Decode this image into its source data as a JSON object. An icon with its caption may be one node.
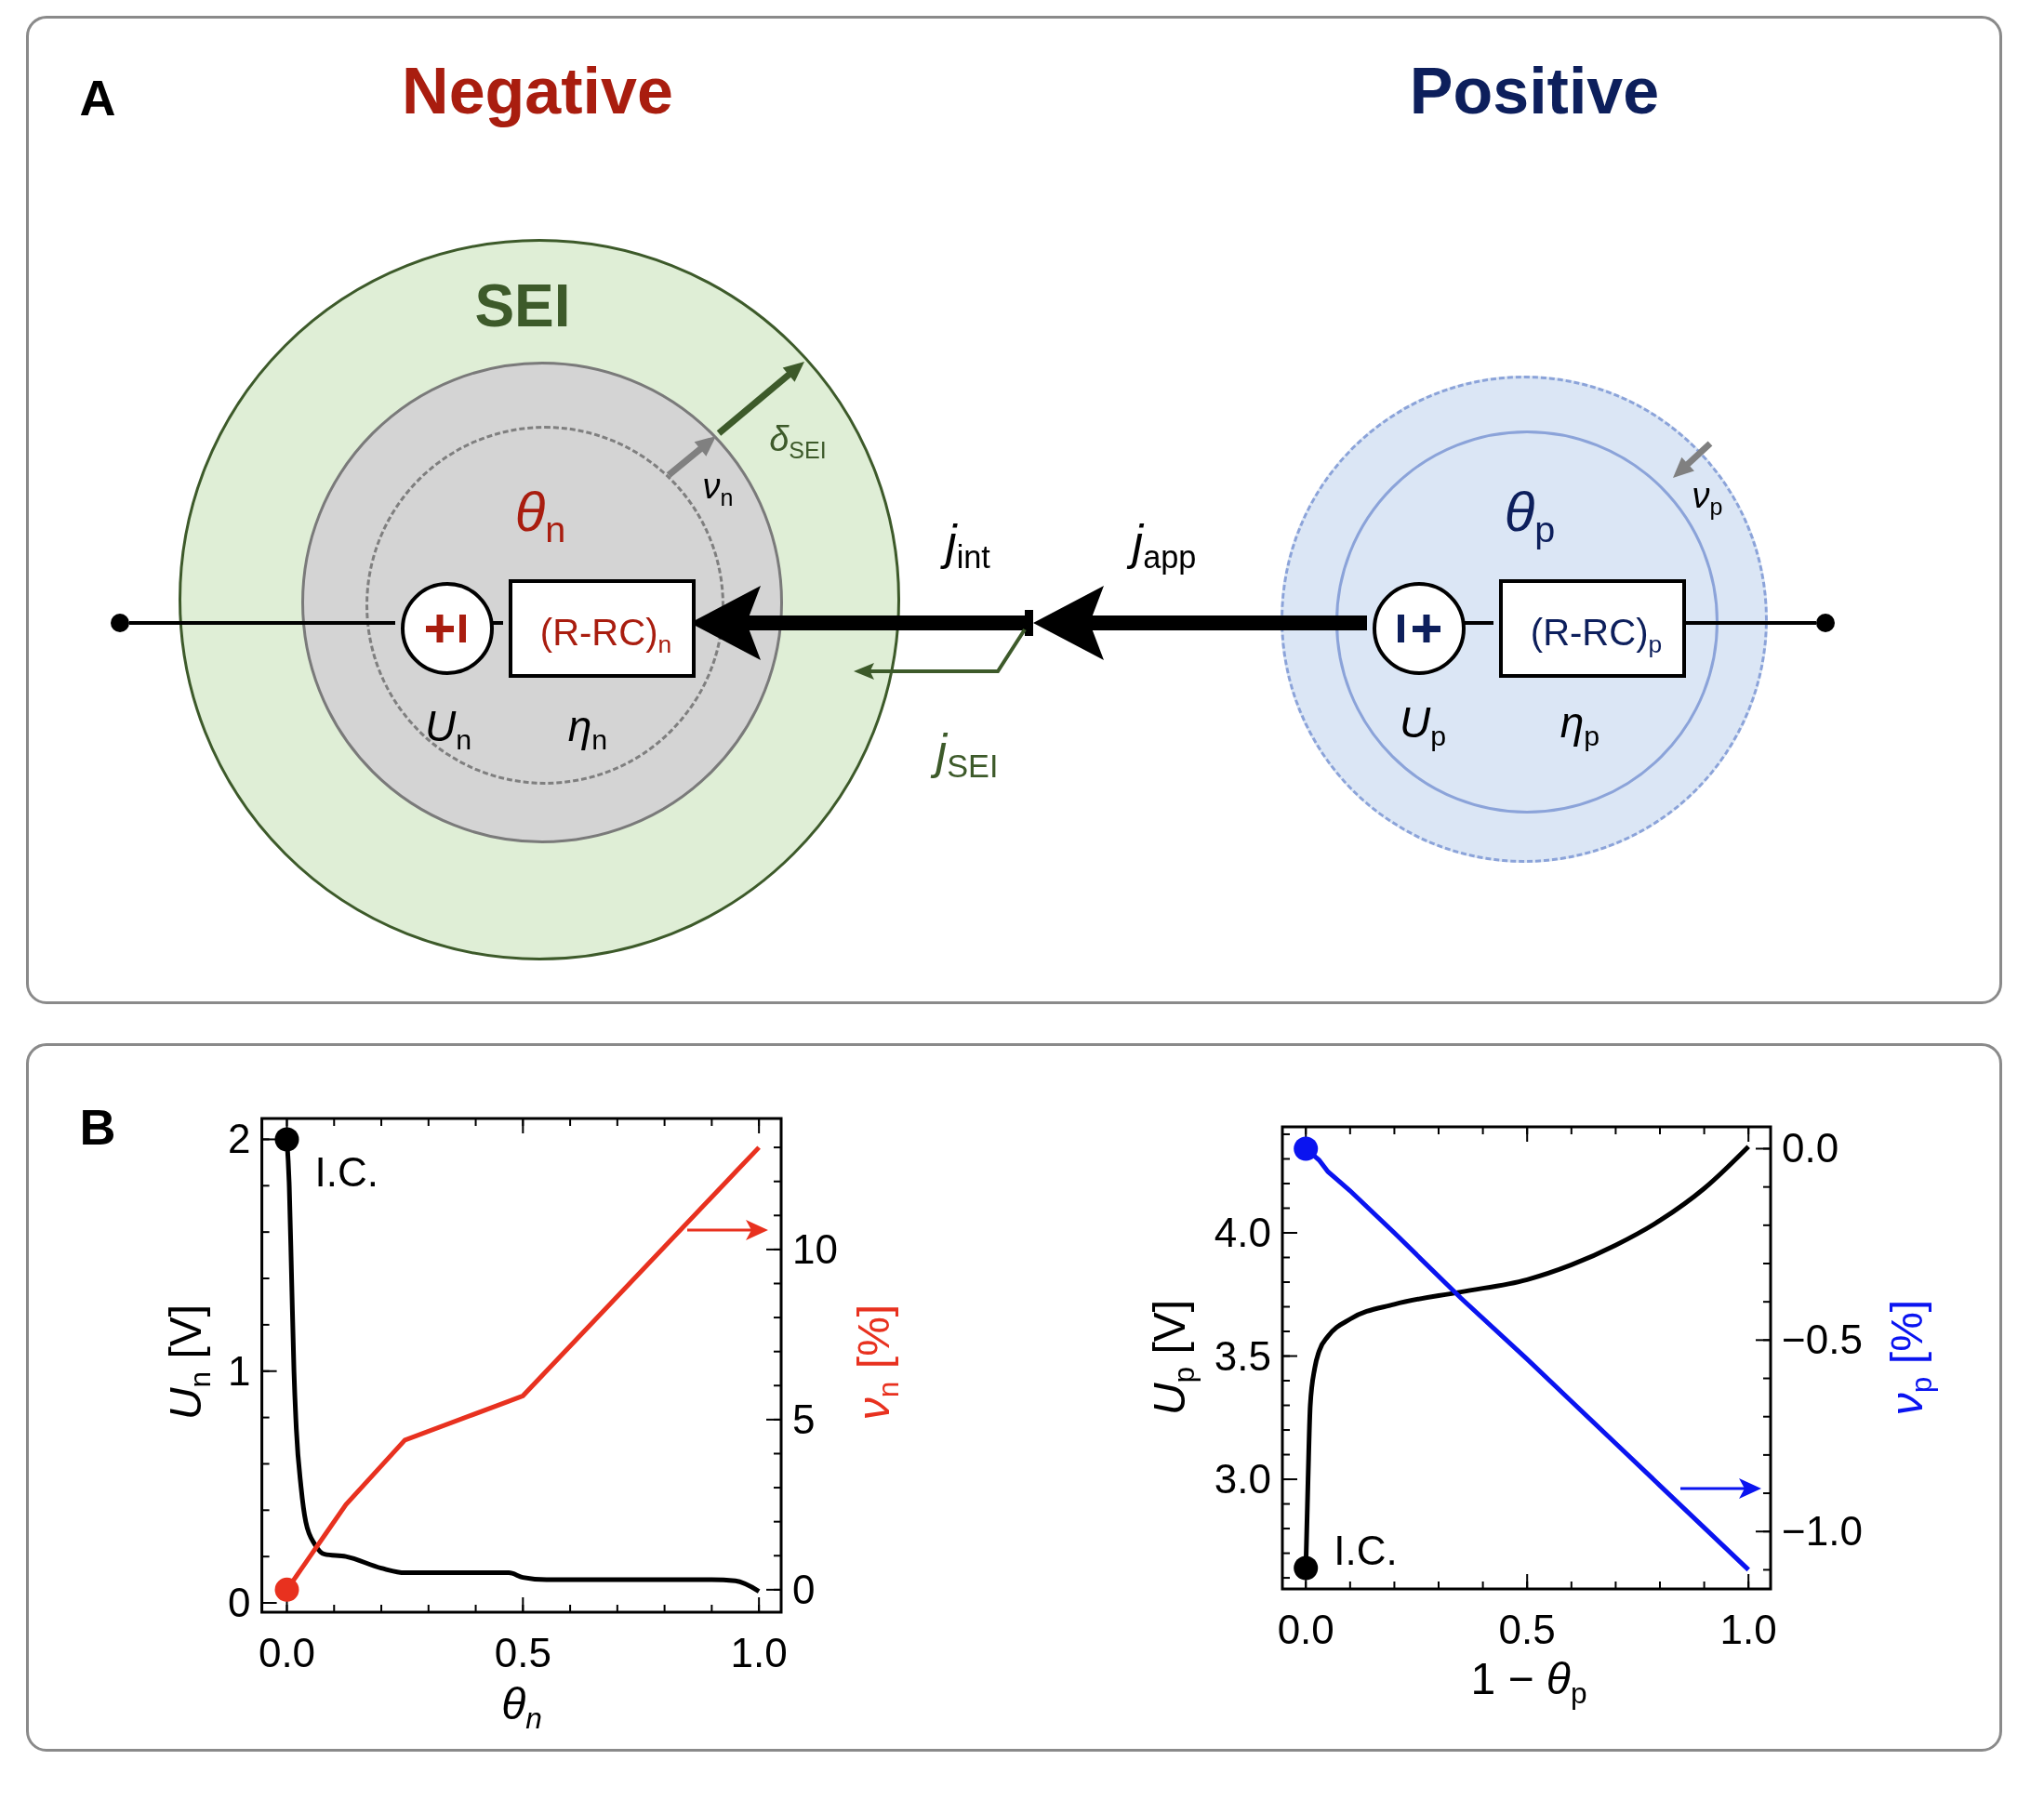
{
  "diagram": {
    "nodes": [
      {
        "text": [
          "SEI"
        ]
      },
      {
        "text": [
          "*θ*$_{n}$"
        ],
        "in": 0
      },
      {
        "text": [],
        "shape": "circle",
        "in": 1,
        "beside": [
          "*U*$_{n}$"
        ]
      },
      {
        "text": [
          "(R-RC)$_{n}$"
        ],
        "in": 1,
        "beside": [
          "*η*$_{n}$"
        ]
      },
      {
        "text": [],
        "shape": "circle"
      },
      {
        "text": [
          "*θ*$_{p}$"
        ],
        "in": 4
      },
      {
        "text": [],
        "shape": "circle",
        "in": 5,
        "beside": [
          "*U*$_{p}$"
        ]
      },
      {
        "text": [
          "(R-RC)$_{p}$"
        ],
        "in": 5,
        "beside": [
          "*η*$_{p}$"
        ]
      },
      {
        "text": [],
        "shape": "circle"
      },
      {
        "text": [],
        "shape": "circle"
      },
      {
        "text": [],
        "shape": "bar"
      }
    ],
    "edges": [
      {
        "from": 8,
        "to": 2,
        "arrow": "none"
      },
      {
        "from": 2,
        "to": 3,
        "arrow": "none"
      },
      {
        "from": 6,
        "to": 10,
        "arrow": "to",
        "label": "*j*$_{app}$",
        "style": "thick"
      },
      {
        "from": 10,
        "to": 3,
        "arrow": "to",
        "label": "*j*$_{int}$",
        "style": "thick"
      },
      {
        "from": 10,
        "to": 0,
        "arrow": "to",
        "label": "*j*$_{SEI}$",
        "color": "#3d5a2a"
      },
      {
        "from": 6,
        "to": 7,
        "arrow": "none"
      },
      {
        "from": 7,
        "to": 9,
        "arrow": "none"
      }
    ],
    "labels": [
      "A",
      "Negative",
      "Positive",
      "*δ*$_{SEI}$",
      "*ν*$_{n}$",
      "*ν*$_{p}$",
      "B"
    ],
    "chart_data": [
      {
        "type": "line",
        "xlabel": "θ$_{n}$",
        "ylabel": "*U*$_{n}$ [V]",
        "y2label": "*ν*$_{n}$ [%]",
        "x": [
          0,
          0.005,
          0.01,
          0.015,
          0.02,
          0.03,
          0.04,
          0.06,
          0.08,
          0.125,
          0.2,
          0.25,
          0.47,
          0.5,
          0.55,
          0.9,
          0.95,
          1.0
        ],
        "xlim": [
          -0.053,
          1.047
        ],
        "ylim": [
          -0.04,
          2.09
        ],
        "y2lim": [
          -0.66,
          13.85
        ],
        "xticks": [
          {
            "value": 0,
            "label": "0.0"
          },
          {
            "value": 0.5,
            "label": "0.5"
          },
          {
            "value": 1,
            "label": "1.0"
          }
        ],
        "yticks": [
          0,
          1,
          2
        ],
        "y2ticks": [
          0,
          5,
          10
        ],
        "series": [
          {
            "color": "#000000",
            "values": [
              2.0,
              1.8,
              1.4,
              1.0,
              0.75,
              0.5,
              0.35,
              0.25,
              0.21,
              0.2,
              0.15,
              0.13,
              0.13,
              0.11,
              0.1,
              0.1,
              0.095,
              0.05
            ]
          },
          {
            "color": "#e8311f",
            "axis": "y2",
            "values": [
              0,
              0.1,
              0.2,
              0.3,
              0.4,
              0.6,
              0.8,
              1.2,
              1.6,
              2.5,
              3.64,
              4.4,
              5.54,
              5.7,
              6.43,
              11.54,
              12.27,
              13.0
            ]
          }
        ],
        "annotations": [
          {
            "text": "I.C.",
            "x": 0,
            "y": 2.0
          }
        ]
      },
      {
        "type": "line",
        "xlabel": "1 − *θ*$_{p}$",
        "ylabel": "*U*$_{p}$ [V]",
        "y2label": "*ν*$_{p}$ [%]",
        "x": [
          0,
          0.005,
          0.01,
          0.02,
          0.03,
          0.05,
          0.1,
          0.2,
          0.35,
          0.5,
          0.6,
          0.7,
          0.8,
          0.9,
          1.0
        ],
        "xlim": [
          -0.053,
          1.05
        ],
        "ylim": [
          2.555,
          4.43
        ],
        "y2lim": [
          -1.15,
          0.057
        ],
        "xticks": [
          {
            "value": 0,
            "label": "0.0"
          },
          {
            "value": 0.5,
            "label": "0.5"
          },
          {
            "value": 1,
            "label": "1.0"
          }
        ],
        "yticks": [
          {
            "value": 3,
            "label": "3.0"
          },
          {
            "value": 3.5,
            "label": "3.5"
          },
          {
            "value": 4,
            "label": "4.0"
          }
        ],
        "y2ticks": [
          {
            "value": 0,
            "label": "0.0"
          },
          {
            "value": -0.5,
            "label": "−0.5"
          },
          {
            "value": -1,
            "label": "−1.0"
          }
        ],
        "series": [
          {
            "color": "#000000",
            "values": [
              2.64,
              3.0,
              3.3,
              3.45,
              3.52,
              3.58,
              3.65,
              3.71,
              3.76,
              3.81,
              3.87,
              3.95,
              4.05,
              4.18,
              4.35
            ]
          },
          {
            "color": "#0a14f0",
            "axis": "y2",
            "values": [
              0,
              -0.01,
              -0.01,
              -0.02,
              -0.03,
              -0.06,
              -0.11,
              -0.22,
              -0.39,
              -0.55,
              -0.66,
              -0.77,
              -0.88,
              -0.99,
              -1.1
            ]
          }
        ],
        "annotations": [
          {
            "text": "I.C.",
            "x": 0,
            "y": 2.64
          }
        ]
      }
    ]
  }
}
